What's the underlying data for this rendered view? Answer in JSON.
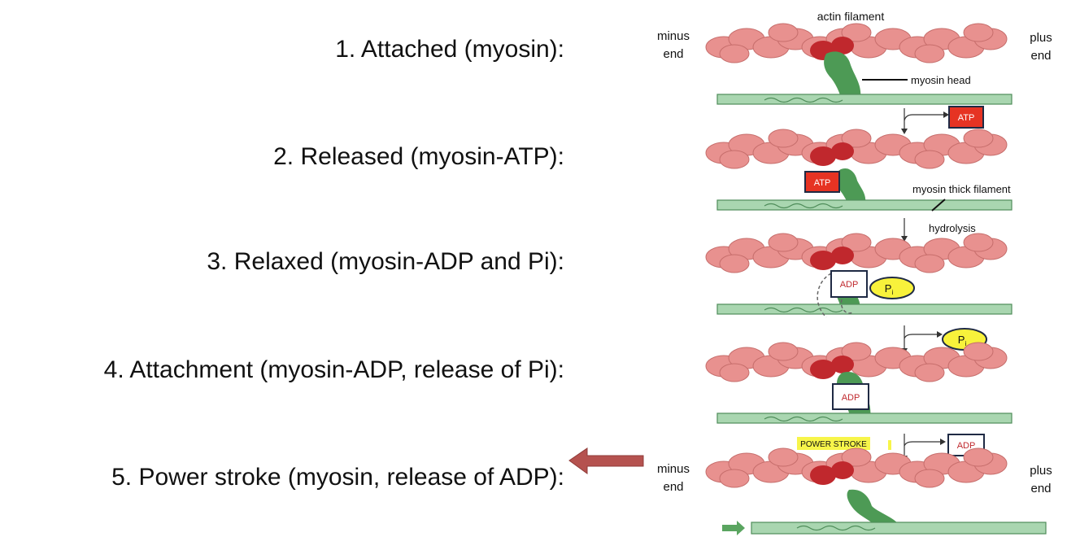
{
  "steps": [
    {
      "label": "1. Attached (myosin):"
    },
    {
      "label": "2. Released (myosin-ATP):"
    },
    {
      "label": "3. Relaxed (myosin-ADP and Pi):"
    },
    {
      "label": "4. Attachment (myosin-ADP, release of Pi):"
    },
    {
      "label": "5. Power stroke (myosin, release of ADP):"
    }
  ],
  "diagram": {
    "actin_filament": "actin filament",
    "minus_end": [
      "minus",
      "end"
    ],
    "plus_end": [
      "plus",
      "end"
    ],
    "myosin_head": "myosin head",
    "myosin_thick_filament": "myosin thick filament",
    "hydrolysis": "hydrolysis",
    "power_stroke": "POWER STROKE",
    "atp": "ATP",
    "adp": "ADP",
    "pi": "P",
    "pi_sub": "i"
  },
  "colors": {
    "arrow": "#b5524f",
    "actin": "#e8918f",
    "actin_dark": "#c0282d",
    "myosin": "#4d9a55",
    "filament": "#a9d6b0",
    "atp_box": "#e63323",
    "pi_fill": "#f8f23b",
    "highlight": "#f7f54a"
  }
}
